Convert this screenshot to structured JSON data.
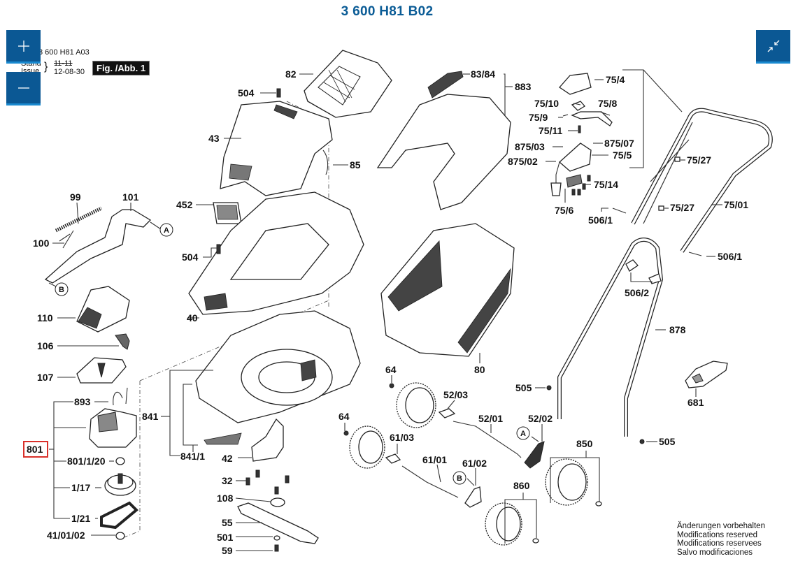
{
  "document": {
    "title": "3 600 H81 B02",
    "header_ref": "3 600 H81 A03",
    "stand_label": "Stand",
    "issue_label": "Issue",
    "stand_value": "11-11",
    "issue_value": "12-08-30",
    "figure_label": "Fig. /Abb. 1"
  },
  "controls": {
    "zoom_in": {
      "icon": "plus-icon"
    },
    "zoom_out": {
      "icon": "minus-icon"
    },
    "collapse": {
      "icon": "collapse-arrows-icon"
    },
    "accent_color": "#0b5894"
  },
  "highlighted_part": "801",
  "highlight_color": "#d9302a",
  "parts": {
    "p82": "82",
    "p504a": "504",
    "p43": "43",
    "p85": "85",
    "p452": "452",
    "p504b": "504",
    "p40": "40",
    "p99": "99",
    "p101": "101",
    "p100": "100",
    "p110": "110",
    "p106": "106",
    "p107": "107",
    "p893": "893",
    "p801": "801",
    "p801_1_20": "801/1/20",
    "p1_17": "1/17",
    "p1_21": "1/21",
    "p41_01_02": "41/01/02",
    "p841": "841",
    "p841_1": "841/1",
    "p42": "42",
    "p32": "32",
    "p108": "108",
    "p55": "55",
    "p501": "501",
    "p59": "59",
    "p83_84": "83/84",
    "p883": "883",
    "p80": "80",
    "p64a": "64",
    "p64b": "64",
    "p52_03": "52/03",
    "p52_01": "52/01",
    "p52_02": "52/02",
    "p61_03": "61/03",
    "p61_01": "61/01",
    "p61_02": "61/02",
    "p850": "850",
    "p860": "860",
    "p75_4": "75/4",
    "p75_10": "75/10",
    "p75_8": "75/8",
    "p75_9": "75/9",
    "p75_11": "75/11",
    "p875_07": "875/07",
    "p875_03": "875/03",
    "p75_5": "75/5",
    "p875_02": "875/02",
    "p75_14": "75/14",
    "p75_6": "75/6",
    "p75_27a": "75/27",
    "p75_27b": "75/27",
    "p75_01": "75/01",
    "p506_1a": "506/1",
    "p506_1b": "506/1",
    "p506_2": "506/2",
    "p878": "878",
    "p505a": "505",
    "p505b": "505",
    "p681": "681"
  },
  "markers": {
    "A": "A",
    "B": "B"
  },
  "footer": [
    "Änderungen vorbehalten",
    "Modifications reserved",
    "Modifications reservees",
    "Salvo modificaciones"
  ]
}
